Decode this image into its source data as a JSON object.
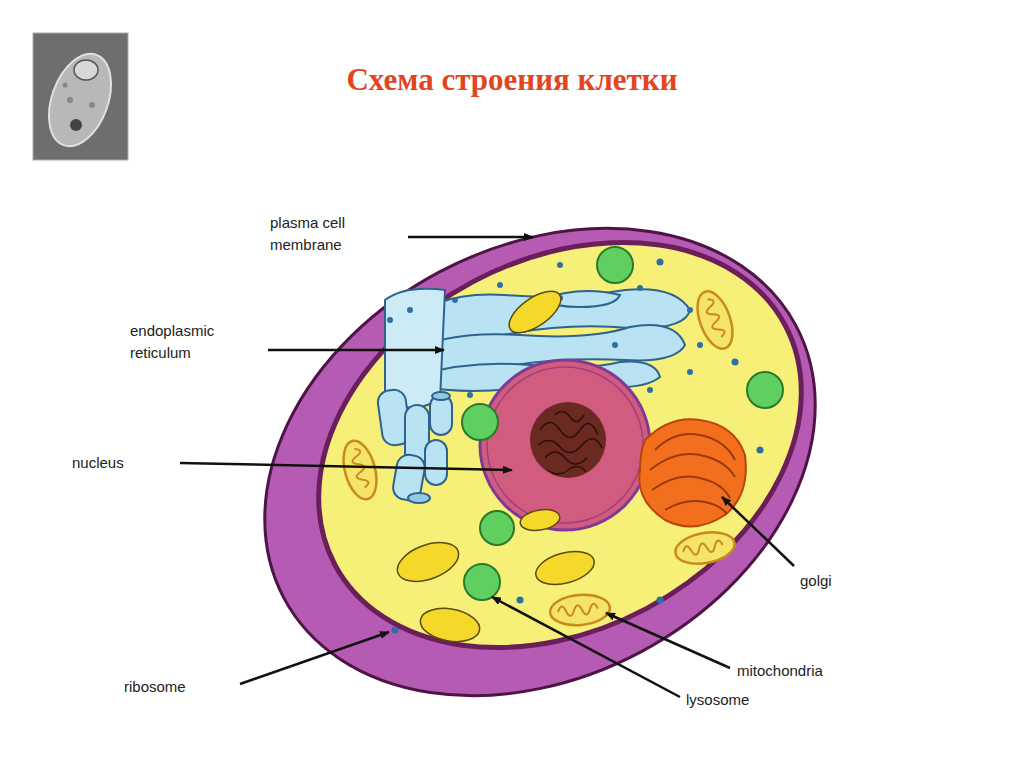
{
  "diagram": {
    "title": "Схема строения клетки",
    "labels": [
      "plasma cell membrane",
      "endoplasmic reticulum",
      "nucleus",
      "golgi",
      "mitochondria",
      "lysosome",
      "ribosome"
    ]
  }
}
